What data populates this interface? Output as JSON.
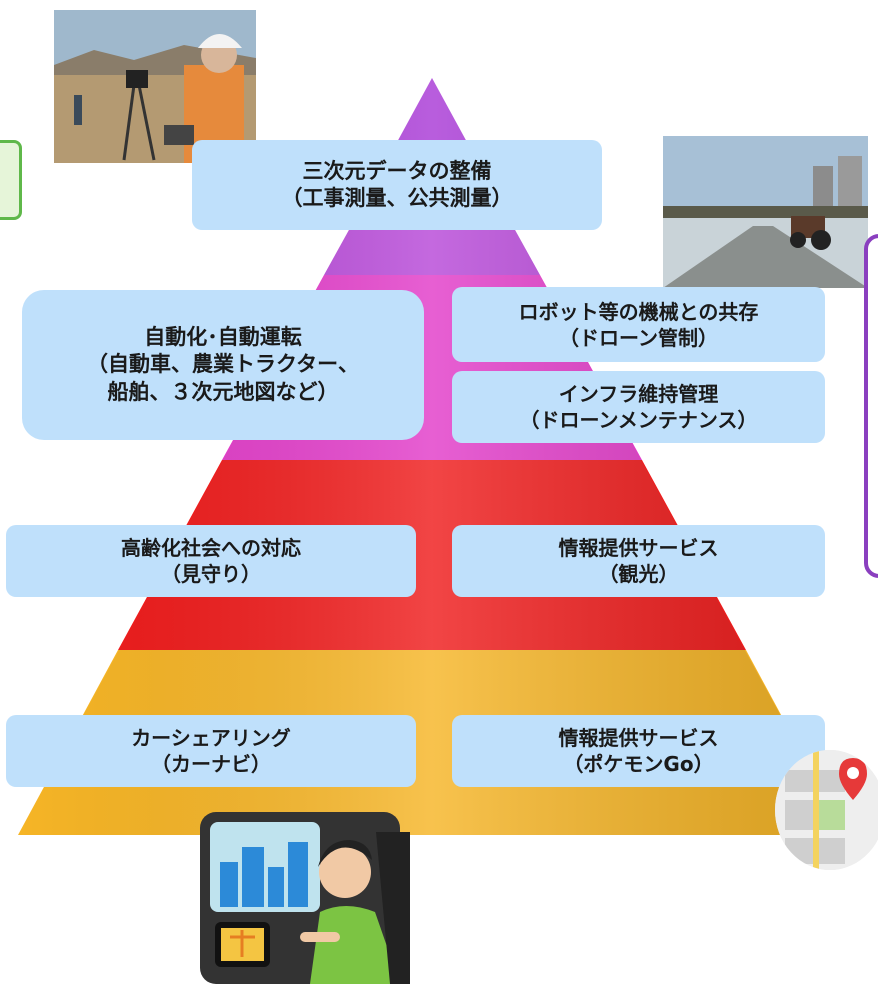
{
  "pyramid": {
    "tiers": [
      {
        "name": "top",
        "color": "#a93ad6"
      },
      {
        "name": "second",
        "color": "#e23cc9"
      },
      {
        "name": "third",
        "color": "#ef1c1c"
      },
      {
        "name": "bottom",
        "color": "#f6b526"
      }
    ]
  },
  "boxes": {
    "survey": {
      "line1": "三次元データの整備",
      "line2": "（工事測量、公共測量）"
    },
    "automation": {
      "line1": "自動化･自動運転",
      "line2": "（自動車、農業トラクター、",
      "line3": "船舶、３次元地図など）"
    },
    "robots": {
      "line1": "ロボット等の機械との共存",
      "line2": "（ドローン管制）"
    },
    "infra": {
      "line1": "インフラ維持管理",
      "line2": "（ドローンメンテナンス）"
    },
    "elderly": {
      "line1": "高齢化社会への対応",
      "line2": "（見守り）"
    },
    "tourism": {
      "line1": "情報提供サービス",
      "line2": "（観光）"
    },
    "carshare": {
      "line1": "カーシェアリング",
      "line2": "（カーナビ）"
    },
    "pokemon": {
      "line1": "情報提供サービス",
      "line2": "（ポケモンGo）"
    }
  }
}
